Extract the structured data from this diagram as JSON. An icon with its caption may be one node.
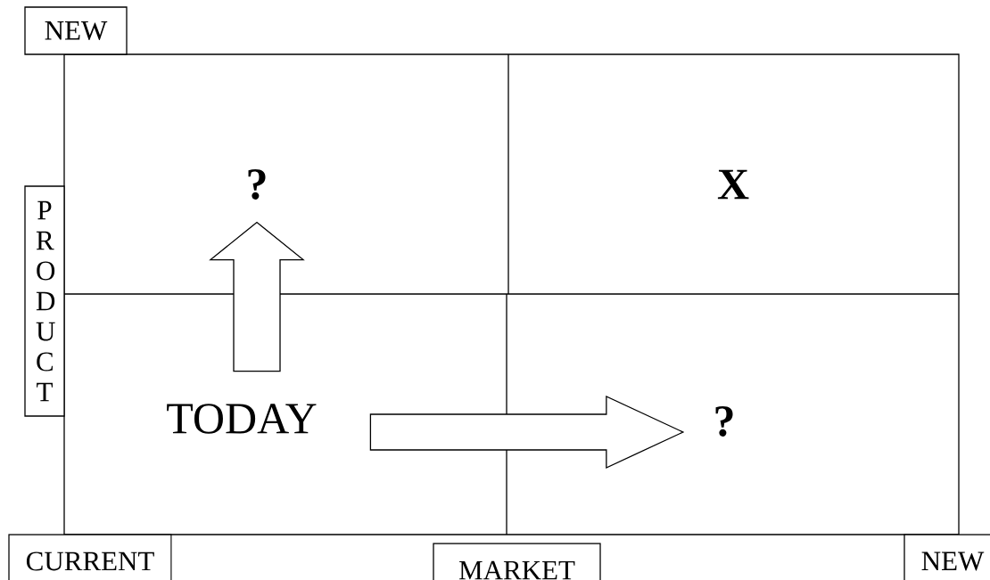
{
  "diagram": {
    "nodes": [
      {
        "text": [
          "NEW"
        ]
      },
      {
        "text": [
          "PRODUCT"
        ]
      },
      {
        "text": [
          "CURRENT"
        ]
      },
      {
        "text": [
          "MARKET"
        ]
      },
      {
        "text": [
          "NEW"
        ]
      },
      {
        "text": [
          "?"
        ]
      },
      {
        "text": [
          "X"
        ]
      },
      {
        "text": [
          "TODAY"
        ]
      },
      {
        "text": [
          "?"
        ]
      }
    ],
    "edges": [
      {
        "from": 7,
        "to": 5,
        "arrow": "to"
      },
      {
        "from": 7,
        "to": 8,
        "arrow": "to"
      }
    ]
  }
}
